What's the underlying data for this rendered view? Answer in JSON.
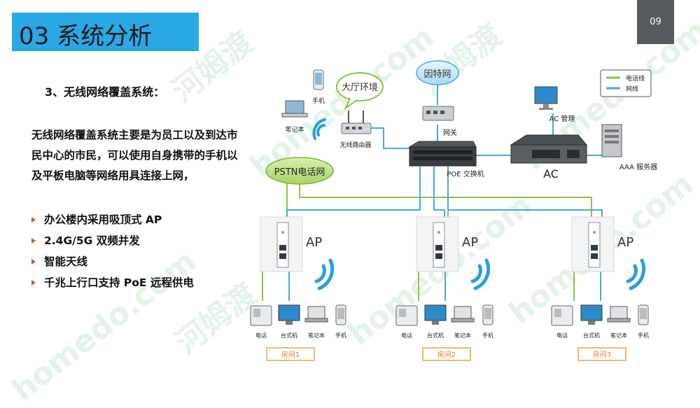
{
  "header": {
    "title": "03 系统分析",
    "page_number": "09"
  },
  "section": {
    "subtitle": "3、无线网络覆盖系统：",
    "paragraph": "无线网络覆盖系统主要是为员工以及到达市民中心的市民，可以使用自身携带的手机以及平板电脑等网络用具连接上网，",
    "bullets": [
      "办公楼内采用吸顶式 AP",
      "2.4G/5G 双频并发",
      "智能天线",
      "千兆上行口支持 PoE 远程供电"
    ]
  },
  "diagram": {
    "internet": "因特网",
    "gateway": "网关",
    "lobby": "大厅环境",
    "phone": "手机",
    "laptop": "笔记本",
    "router": "无线路由器",
    "poe_switch": "POE 交换机",
    "pstn": "PSTN电话网",
    "ac_mgmt": "AC 管理",
    "ac": "AC",
    "aaa": "AAA 服务器",
    "legend": {
      "phone_line": "电话线",
      "network_line": "网线"
    },
    "ap_label": "AP",
    "device_labels": [
      "电话",
      "台式机",
      "笔记本",
      "手机"
    ],
    "rooms": [
      "房间1",
      "房间2",
      "房间3"
    ]
  },
  "colors": {
    "title_bar": "#29a8e6",
    "phone_line": "#8dc63f",
    "network_line": "#4aa8d8",
    "bullet": "#e0502a",
    "page_badge": "#555a5e"
  },
  "watermark": {
    "text_en": "homedo.com",
    "text_cn": "河姆渡"
  }
}
